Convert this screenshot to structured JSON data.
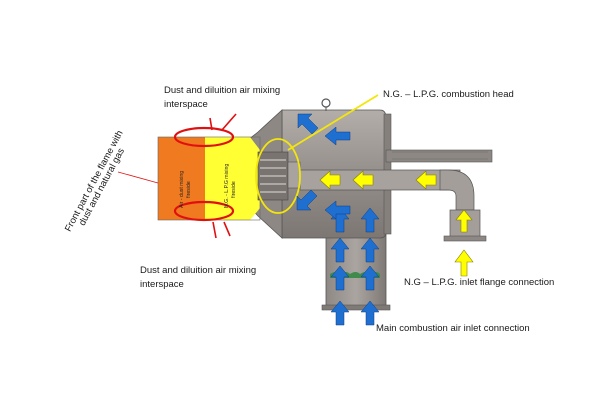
{
  "labels": {
    "top_mixing_line1": "Dust and diluition air mixing",
    "top_mixing_line2": "interspace",
    "bottom_mixing_line1": "Dust and diluition air mixing",
    "bottom_mixing_line2": "interspace",
    "combustion_head": "N.G. – L.P.G. combustion head",
    "inlet_flange": "N.G – L.P.G. inlet flange connection",
    "main_air_inlet": "Main combustion air inlet connection",
    "flame_front_line1": "Front part of the flame with",
    "flame_front_line2": "dust and natural gas",
    "flame_orange_line1": "Air - dust mixing",
    "flame_orange_line2": "fireside",
    "flame_yellow_line1": "N.G. - L.P.G mixing",
    "flame_yellow_line2": "fireside"
  },
  "colors": {
    "body_metal": "#9a9490",
    "body_dark": "#6f6a66",
    "flame_orange": "#f07a1f",
    "flame_yellow": "#ffff33",
    "air_arrow": "#1f6fd1",
    "gas_arrow": "#ffff00",
    "marker_red": "#e01010",
    "marker_yellow": "#f4e60a",
    "grass": "#3f8a4c"
  }
}
